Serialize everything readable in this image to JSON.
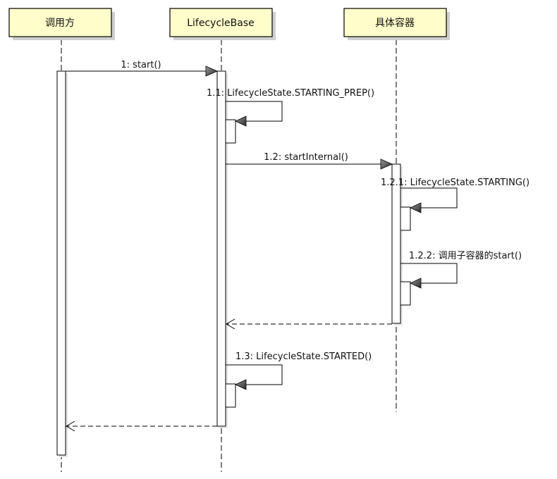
{
  "participants": [
    {
      "id": "caller",
      "label": "调用方"
    },
    {
      "id": "base",
      "label": "LifecycleBase"
    },
    {
      "id": "container",
      "label": "具体容器"
    }
  ],
  "messages": [
    {
      "id": "m1",
      "label": "1: start()"
    },
    {
      "id": "m11",
      "label": "1.1: LifecycleState.STARTING_PREP()"
    },
    {
      "id": "m12",
      "label": "1.2: startInternal()"
    },
    {
      "id": "m121",
      "label": "1.2.1: LifecycleState.STARTING()"
    },
    {
      "id": "m122",
      "label": "1.2.2: 调用子容器的start()"
    },
    {
      "id": "m13",
      "label": "1.3: LifecycleState.STARTED()"
    }
  ],
  "colors": {
    "header_fill": "#ffffcc",
    "header_shadow": "#cfcfcf",
    "line": "#000000",
    "arrow_head": "#505050"
  }
}
